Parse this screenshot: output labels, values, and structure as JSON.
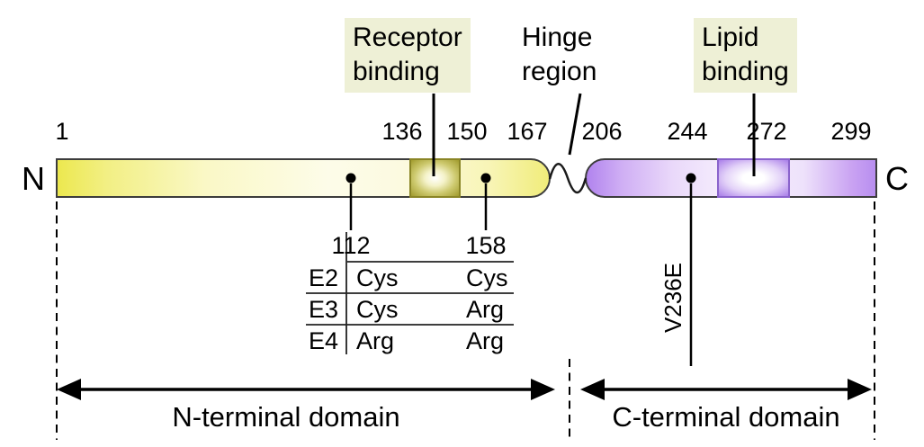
{
  "annotations": {
    "receptor_binding": "Receptor\nbinding",
    "hinge_region": "Hinge\nregion",
    "lipid_binding": "Lipid\nbinding"
  },
  "terminals": {
    "n": "N",
    "c": "C"
  },
  "residue_numbers": {
    "start": "1",
    "receptor_start": "136",
    "receptor_end": "150",
    "n_domain_end": "167",
    "c_domain_start": "206",
    "lipid_start": "244",
    "lipid_end": "272",
    "end": "299"
  },
  "isoform_table": {
    "col_headers": [
      "112",
      "158"
    ],
    "rows": [
      {
        "isoform": "E2",
        "res112": "Cys",
        "res158": "Cys"
      },
      {
        "isoform": "E3",
        "res112": "Cys",
        "res158": "Arg"
      },
      {
        "isoform": "E4",
        "res112": "Arg",
        "res158": "Arg"
      }
    ]
  },
  "mutation_label": "V236E",
  "domain_arrows": {
    "n_terminal": "N-terminal domain",
    "c_terminal": "C-terminal domain"
  },
  "colors": {
    "n_domain_yellow": "#f0ec7a",
    "receptor_box_olive": "#a19b2d",
    "c_domain_purple": "#b88ef0",
    "lipid_box_purple": "#a97ee9",
    "label_highlight": "#eef0d6",
    "line_black": "#000000"
  }
}
